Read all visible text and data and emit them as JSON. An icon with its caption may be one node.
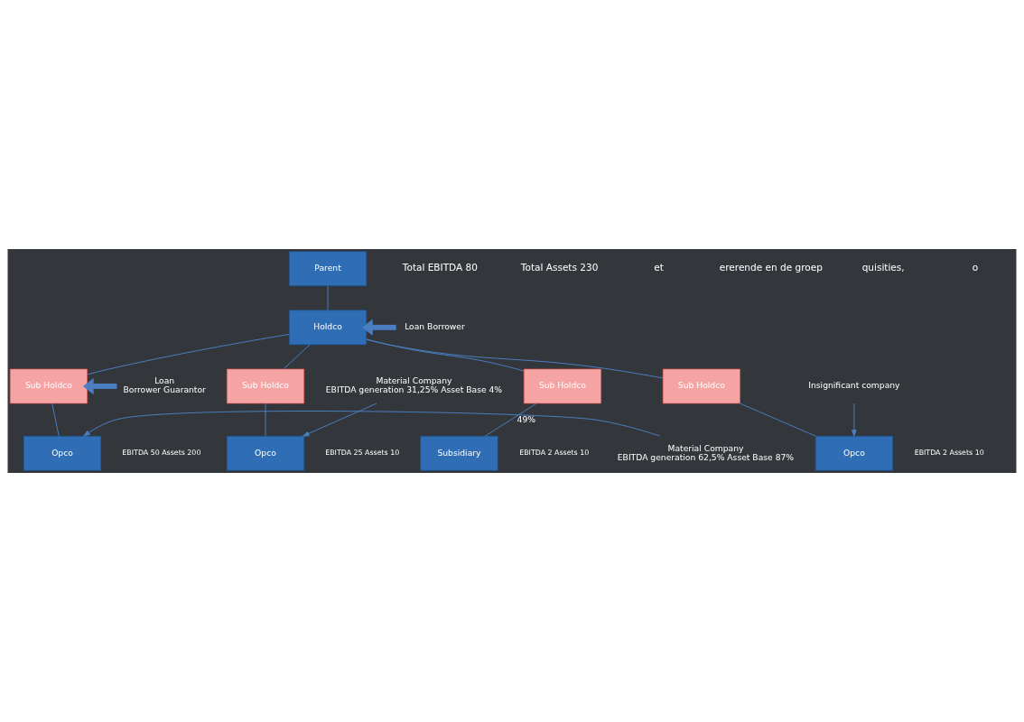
{
  "diagram": {
    "nodes": [
      {
        "text": [
          "Parent"
        ]
      },
      {
        "text": [
          "Holdco"
        ]
      },
      {
        "text": [
          "Sub Holdco"
        ]
      },
      {
        "text": [
          "Sub Holdco"
        ]
      },
      {
        "text": [
          "Sub Holdco"
        ]
      },
      {
        "text": [
          "Sub Holdco"
        ]
      },
      {
        "text": [
          "Opco"
        ],
        "beside": [
          "EBITDA 50 Assets 200"
        ]
      },
      {
        "text": [
          "Opco"
        ],
        "beside": [
          "EBITDA 25 Assets 10"
        ]
      },
      {
        "text": [
          "Opco"
        ],
        "beside": [
          "EBITDA 2 Assets 10"
        ]
      },
      {
        "text": [
          "Subsidiary"
        ],
        "beside": [
          "EBITDA 2 Assets 10"
        ]
      },
      {
        "text": [
          "Loan Borrower"
        ]
      },
      {
        "text": [
          "Loan",
          "Borrower Guarantor"
        ]
      },
      {
        "text": [
          "Material Company",
          "EBITDA generation 62,5% Asset Base 87%"
        ]
      },
      {
        "text": [
          "Material Company",
          "EBITDA generation 31,25% Asset Base 4%"
        ]
      },
      {
        "text": [
          "Insignificant company"
        ]
      }
    ],
    "edges": [
      {
        "from": 0,
        "to": 1,
        "arrow": "none"
      },
      {
        "from": 1,
        "to": 2,
        "arrow": "none"
      },
      {
        "from": 1,
        "to": 3,
        "arrow": "none"
      },
      {
        "from": 1,
        "to": 4,
        "arrow": "none"
      },
      {
        "from": 1,
        "to": 5,
        "arrow": "none"
      },
      {
        "from": 2,
        "to": 6,
        "arrow": "none"
      },
      {
        "from": 3,
        "to": 7,
        "arrow": "none"
      },
      {
        "from": 4,
        "to": 8,
        "arrow": "none"
      },
      {
        "from": 5,
        "to": 9,
        "arrow": "none",
        "label": "49%"
      },
      {
        "from": 10,
        "to": 1,
        "arrow": "to",
        "style": "thick"
      },
      {
        "from": 11,
        "to": 2,
        "arrow": "to",
        "style": "thick"
      },
      {
        "from": 12,
        "to": 6,
        "arrow": "to"
      },
      {
        "from": 13,
        "to": 7,
        "arrow": "to"
      },
      {
        "from": 14,
        "to": 8,
        "arrow": "to"
      }
    ],
    "labels": [
      "Total EBITDA 80",
      "Total Assets 230",
      "et",
      "ererende en de groep",
      "quisities,",
      "o"
    ]
  }
}
